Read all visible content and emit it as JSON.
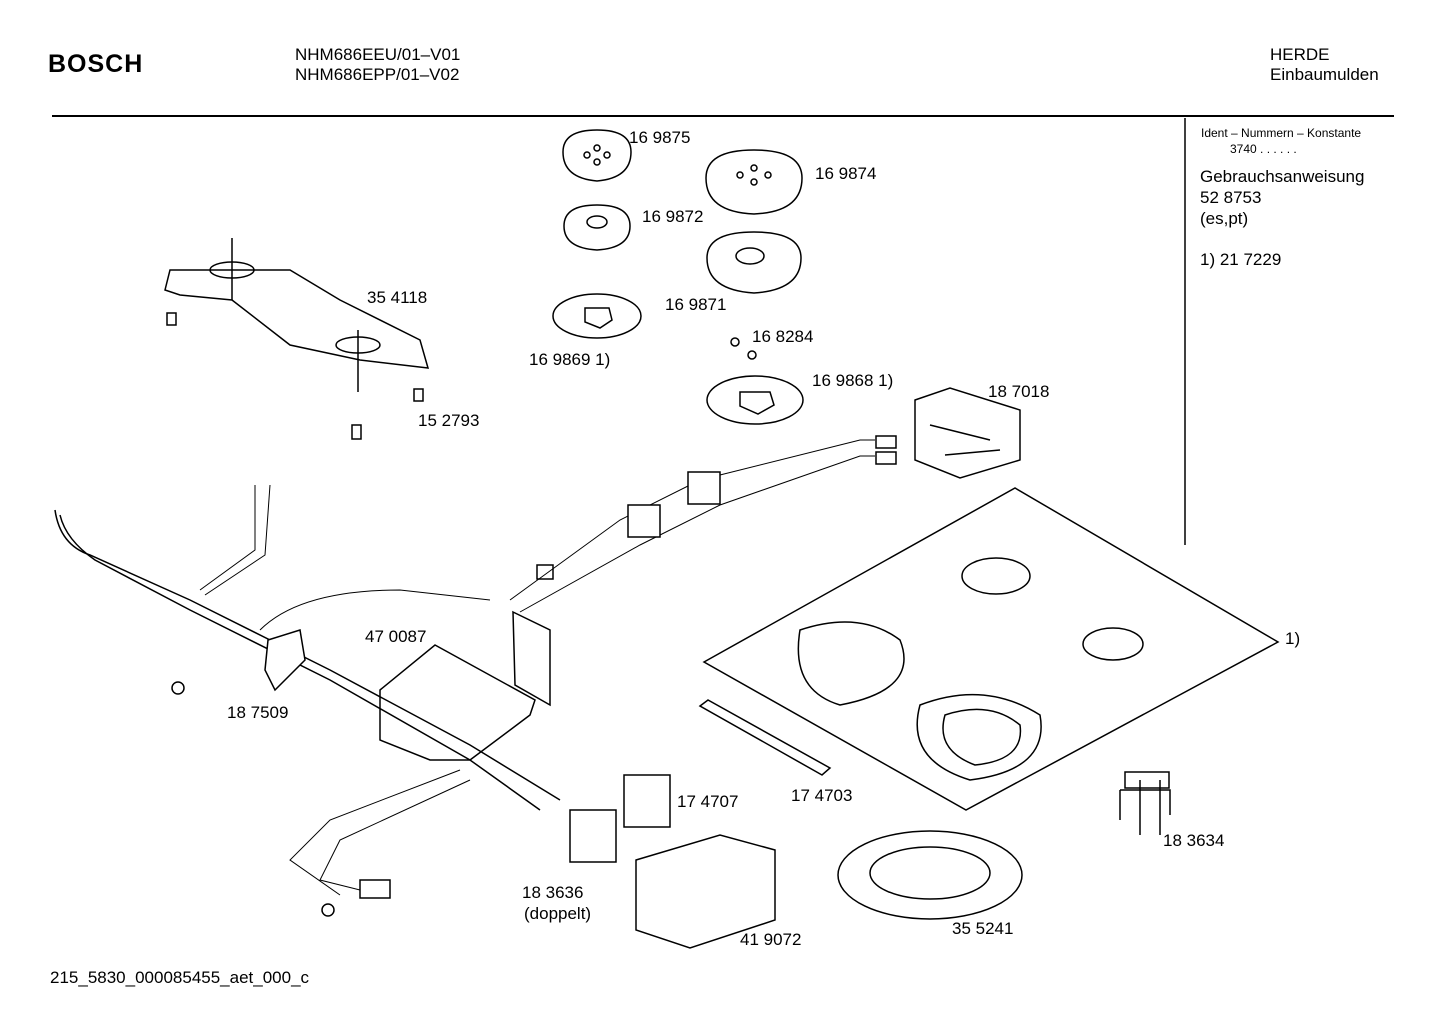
{
  "header": {
    "brand": "BOSCH",
    "models": [
      "NHM686EEU/01–V01",
      "NHM686EPP/01–V02"
    ],
    "category": [
      "HERDE",
      "Einbaumulden"
    ]
  },
  "side_panel": {
    "ident_title": "Ident – Nummern – Konstante",
    "ident_value": "3740  .  .  .  .  .  .",
    "manual_title": "Gebrauchsanweisung",
    "manual_number": "52 8753",
    "manual_lang": "(es,pt)",
    "note": "1)   21 7229"
  },
  "parts": [
    {
      "label": "16 9875"
    },
    {
      "label": "16 9874"
    },
    {
      "label": "16 9872"
    },
    {
      "label": "16 9871"
    },
    {
      "label": "35 4118"
    },
    {
      "label": "16 9869 1)"
    },
    {
      "label": "16 8284"
    },
    {
      "label": "16 9868 1)"
    },
    {
      "label": "18 7018"
    },
    {
      "label": "15 2793"
    },
    {
      "label": "47 0087"
    },
    {
      "label": "1)"
    },
    {
      "label": "18 7509"
    },
    {
      "label": "17 4707"
    },
    {
      "label": "17 4703"
    },
    {
      "label": "18 3634"
    },
    {
      "label": "18 3636"
    },
    {
      "label": "(doppelt)"
    },
    {
      "label": "41 9072"
    },
    {
      "label": "35 5241"
    }
  ],
  "footer": "215_5830_000085455_aet_000_c"
}
